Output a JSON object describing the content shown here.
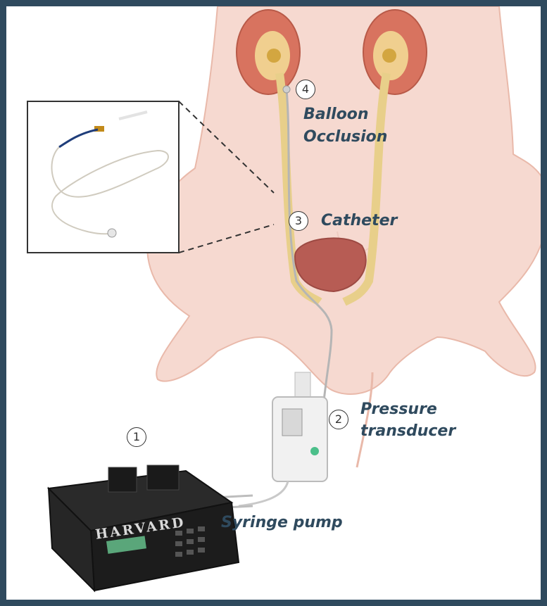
{
  "labels": {
    "balloon_line1": "Balloon",
    "balloon_line2": "Occlusion",
    "catheter": "Catheter",
    "pressure_line1": "Pressure",
    "pressure_line2": "transducer",
    "syringe": "Syringe pump"
  },
  "markers": {
    "m1": "1",
    "m2": "2",
    "m3": "3",
    "m4": "4"
  },
  "device_text": {
    "brand": "HARVARD"
  },
  "colors": {
    "frame": "#2f4a5e",
    "label": "#2f4a5e",
    "pig_skin": "#f6d9d0",
    "kidney": "#d8735f",
    "ureter": "#e8cf8a",
    "bladder": "#b75c54",
    "pump_body": "#1c1c1c"
  }
}
